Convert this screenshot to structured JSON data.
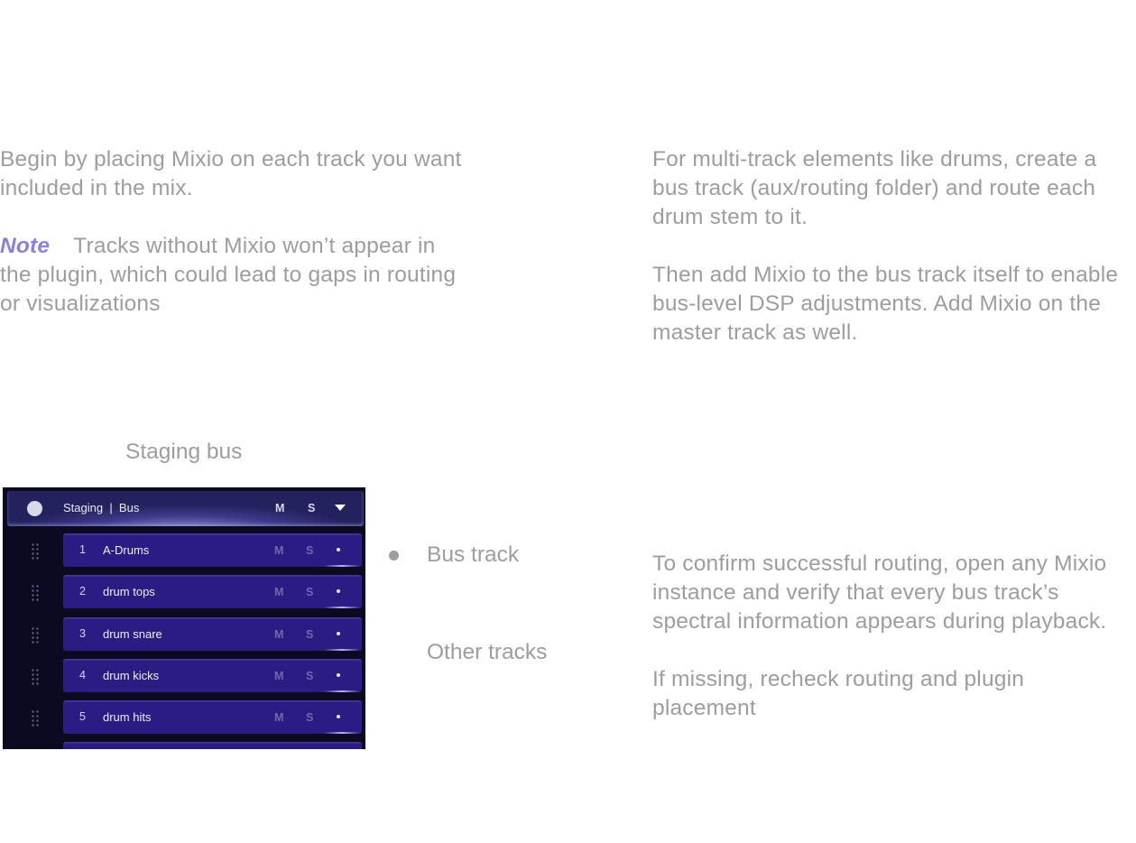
{
  "intro": {
    "paragraph": "Begin by placing Mixio on each track you want included in the mix.",
    "note_label": "Note",
    "note_text": "Tracks without Mixio won’t appear in the plugin, which could lead to gaps in routing or visualizations"
  },
  "bus_help": {
    "paragraph1": "For multi-track elements like drums, create a bus track (aux/routing folder) and route each drum stem to it.",
    "paragraph2": "Then add Mixio to the bus track itself to enable bus-level DSP adjustments. Add Mixio on the master track as well."
  },
  "staging_caption": "Staging bus",
  "track_panel": {
    "bus": {
      "name": "Staging  |  Bus",
      "mute_label": "M",
      "solo_label": "S"
    },
    "tracks": [
      {
        "number": "1",
        "name": "A-Drums",
        "mute_label": "M",
        "solo_label": "S"
      },
      {
        "number": "2",
        "name": "drum tops",
        "mute_label": "M",
        "solo_label": "S"
      },
      {
        "number": "3",
        "name": "drum snare",
        "mute_label": "M",
        "solo_label": "S"
      },
      {
        "number": "4",
        "name": "drum kicks",
        "mute_label": "M",
        "solo_label": "S"
      },
      {
        "number": "5",
        "name": "drum hits",
        "mute_label": "M",
        "solo_label": "S"
      }
    ]
  },
  "legend": {
    "bus_track": "Bus track",
    "other_tracks": "Other tracks"
  },
  "confirm": {
    "paragraph1": "To confirm successful routing, open any Mixio instance and verify that every bus track’s spectral information appears during playback.",
    "paragraph2": "If missing, recheck routing and plugin placement"
  },
  "colors": {
    "text": "#9d9d9d",
    "note_accent": "#8b7fe6",
    "panel_bg": "#0b0a20",
    "track_row": "#2a1c82"
  }
}
